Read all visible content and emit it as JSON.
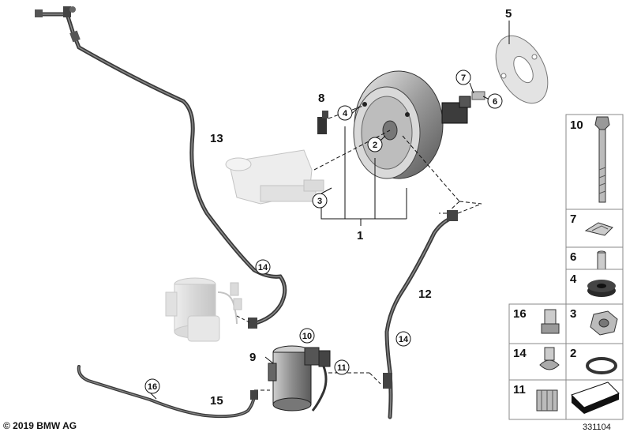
{
  "parts": {
    "p1": "1",
    "p2": "2",
    "p3": "3",
    "p4": "4",
    "p5": "5",
    "p6": "6",
    "p7": "7",
    "p8": "8",
    "p9": "9",
    "p10": "10",
    "p11": "11",
    "p12": "12",
    "p13": "13",
    "p14": "14",
    "p15": "15",
    "p16": "16"
  },
  "legend": {
    "r10": "10",
    "r7": "7",
    "r6": "6",
    "r4": "4",
    "r16": "16",
    "r3": "3",
    "r14": "14",
    "r2": "2",
    "r11": "11"
  },
  "footer": {
    "copyright": "© 2019 BMW AG",
    "reference": "331104"
  }
}
